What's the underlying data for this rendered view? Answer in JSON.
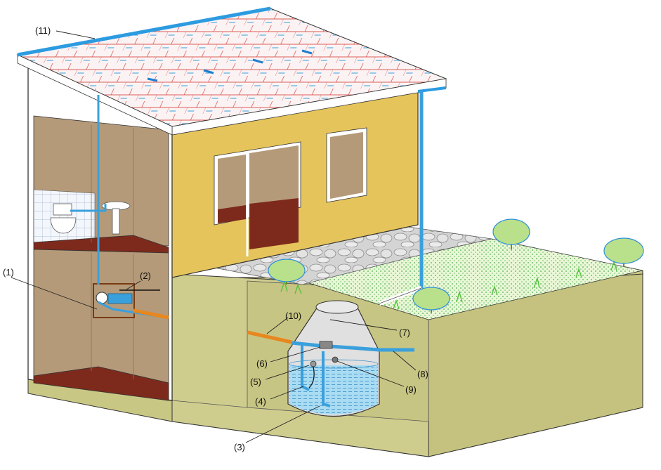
{
  "callouts": [
    {
      "id": "1",
      "text": "(1)"
    },
    {
      "id": "2",
      "text": "(2)"
    },
    {
      "id": "3",
      "text": "(3)"
    },
    {
      "id": "4",
      "text": "(4)"
    },
    {
      "id": "5",
      "text": "(5)"
    },
    {
      "id": "6",
      "text": "(6)"
    },
    {
      "id": "7",
      "text": "(7)"
    },
    {
      "id": "8",
      "text": "(8)"
    },
    {
      "id": "9",
      "text": "(9)"
    },
    {
      "id": "10",
      "text": "(10)"
    },
    {
      "id": "11",
      "text": "(11)"
    }
  ],
  "colors": {
    "wall_yellow": "#e6c45c",
    "soil": "#c9c784",
    "interior_wall": "#b49a79",
    "floor": "#7d2a1c",
    "pipe_blue": "#3aa0dc",
    "pipe_orange": "#e8871e",
    "water": "#9fd7f2",
    "tank": "#e0e0e0",
    "grass": "#7ed957"
  }
}
